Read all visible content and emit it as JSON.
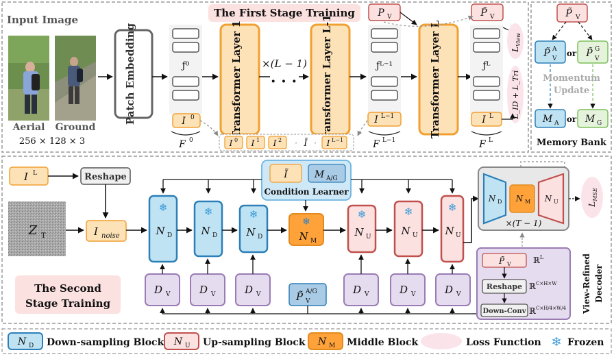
{
  "stage1": {
    "input_image_title": "Input Image",
    "aerial_label": "Aerial",
    "ground_label": "Ground",
    "size_label": "256 × 128 × 3",
    "patch_embedding": "Patch Embedding",
    "stage_title": "The First Stage Training",
    "f0_label": "F",
    "f0_sup": "0",
    "fL1_label": "F",
    "fL1_sup": "L−1",
    "fL_label": "F",
    "fL_sup": "L",
    "layer1": "Transformer Layer 1",
    "layerL1": "Transformer Layer L-1",
    "layerL": "Transformer Layer L",
    "repeat_label": "×(L − 1)",
    "dots": "· · ·",
    "I0": "I",
    "I0_sup": "0",
    "IL1": "I",
    "IL1_sup": "L−1",
    "IL": "I",
    "IL_sup": "L",
    "seq_items": [
      "0",
      "1",
      "2",
      "L−1"
    ],
    "seq_tilde": "Ĩ",
    "pv": "P",
    "pv_sub": "V",
    "pv_tilde": "P̃",
    "loss_view": "L",
    "loss_view_sub": "View",
    "loss_id_tri": "L_ID + L_Tri"
  },
  "memory": {
    "top": "P̃",
    "top_sub": "V",
    "left": "P̃",
    "left_sup": "A",
    "left_sub": "V",
    "or1": "or",
    "right": "P̃",
    "right_sup": "G",
    "right_sub": "V",
    "momentum": "Momentum",
    "update": "Update",
    "ma": "M",
    "ma_sub": "A",
    "or2": "or",
    "mg": "M",
    "mg_sub": "G",
    "title": "Memory Bank"
  },
  "stage2": {
    "IL": "I",
    "IL_sup": "L",
    "reshape": "Reshape",
    "zt": "Z",
    "zt_sub": "T",
    "inoise": "I",
    "inoise_sub": "noise",
    "condition_learner": "Condition Learner",
    "cond_i": "Ĩ",
    "cond_m": "M",
    "cond_m_sub": "A/G",
    "nd": "N",
    "nd_sub": "D",
    "nm": "N",
    "nm_sub": "M",
    "nu": "N",
    "nu_sub": "U",
    "dv": "D",
    "dv_sub": "V",
    "pv_ag": "P̃",
    "pv_ag_sup": "A/G",
    "pv_ag_sub": "V",
    "repeat": "×(T − 1)",
    "lmse": "L",
    "lmse_sub": "MSE",
    "stage_title_1": "The Second",
    "stage_title_2": "Stage Training",
    "vr_pv": "P̃",
    "vr_pv_sub": "V",
    "vr_rl": "ℝ",
    "vr_rl_sup": "L",
    "vr_reshape": "Reshape",
    "vr_rchw": "ℝ",
    "vr_rchw_sup": "C×H×W",
    "vr_downconv": "Down-Conv",
    "vr_rchw2": "ℝ",
    "vr_rchw2_sup": "C×H/4×W/4",
    "vr_title_1": "View-Refined",
    "vr_title_2": "Decoder"
  },
  "legend": {
    "nd": "N",
    "nd_sub": "D",
    "nd_label": "Down-sampling Block",
    "nu": "N",
    "nu_sub": "U",
    "nu_label": "Up-sampling Block",
    "nm": "N",
    "nm_sub": "M",
    "nm_label": "Middle Block",
    "loss_label": "Loss Function",
    "frozen_label": "Frozen",
    "snowflake": "❄"
  },
  "colors": {
    "orange_fill": "#fde2b8",
    "orange_stroke": "#f0a030",
    "red_fill": "#fbe1e0",
    "red_stroke": "#c0504d",
    "blue_fill": "#bfe3f3",
    "blue_stroke": "#2c7fb8",
    "purple_fill": "#e6dcef",
    "purple_stroke": "#9a7bb4",
    "middle_fill": "#ffa23a",
    "loss_fill": "#fbe3ea",
    "green_stroke": "#7abf5a",
    "snow": "#3a9ad9"
  }
}
